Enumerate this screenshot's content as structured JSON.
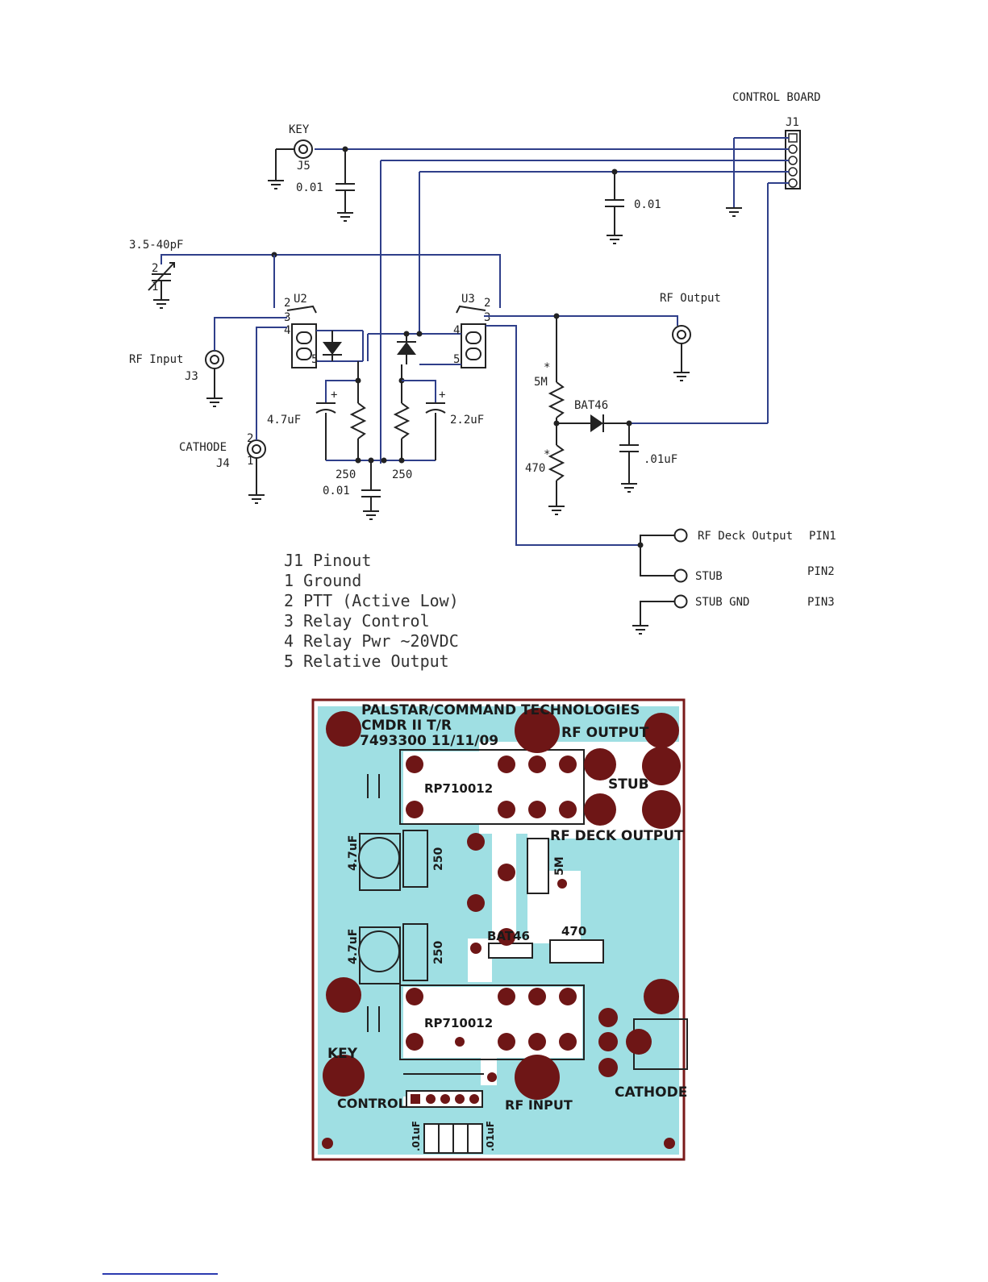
{
  "colors": {
    "wire": "#2f3f8a",
    "ink": "#222222",
    "pcb_board": "#9fdfe3",
    "pcb_outline": "#7a1a1a",
    "pcb_pad": "#6e1616",
    "footer_rule": "#2b3bb0"
  },
  "schematic": {
    "control_board": "CONTROL BOARD",
    "j1": "J1",
    "key": "KEY",
    "j5": "J5",
    "cap_key": "0.01",
    "cap_relay": "0.01",
    "trimmer": "3.5-40pF",
    "trimmer_pin1": "1",
    "trimmer_pin2": "2",
    "u2": "U2",
    "u3": "U3",
    "u2_pins": [
      "2",
      "3",
      "4",
      "5"
    ],
    "u3_pins": [
      "3",
      "2",
      "4",
      "5"
    ],
    "rf_input": "RF Input",
    "j3": "J3",
    "rf_output": "RF Output",
    "cathode": "CATHODE",
    "j4": "J4",
    "j4_pin1": "1",
    "j4_pin2": "2",
    "cap_47": "4.7uF",
    "cap_22": "2.2uF",
    "plus": "+",
    "res_250_left": "250",
    "res_250_right": "250",
    "cap_bottom": "0.01",
    "star": "*",
    "res_5m": "5M",
    "res_470": "470",
    "diode_bat46": "BAT46",
    "cap_01uf": ".01uF",
    "rf_deck_output": "RF Deck Output",
    "stub": "STUB",
    "stub_gnd": "STUB GND",
    "pin1": "PIN1",
    "pin2": "PIN2",
    "pin3": "PIN3"
  },
  "pinout": {
    "title": "J1 Pinout",
    "items": [
      "1 Ground",
      "2 PTT (Active Low)",
      "3 Relay Control",
      "4 Relay Pwr ~20VDC",
      "5 Relative Output"
    ]
  },
  "pcb": {
    "line1": "PALSTAR/COMMAND TECHNOLOGIES",
    "line2": "CMDR II T/R",
    "line3": "7493300 11/11/09",
    "rf_output": "RF OUTPUT",
    "stub": "STUB",
    "rf_deck_output": "RF DECK OUTPUT",
    "relay_top": "RP710012",
    "relay_bottom": "RP710012",
    "cap_47_top": "4.7uF",
    "cap_47_bottom": "4.7uF",
    "res_250_top": "250",
    "res_250_bottom": "250",
    "res_5m": "5M",
    "bat46": "BAT46",
    "res_470": "470",
    "key": "KEY",
    "control": "CONTROL",
    "rf_input": "RF INPUT",
    "cathode": "CATHODE",
    "cap_01_left": ".01uF",
    "cap_01_right": ".01uF"
  }
}
